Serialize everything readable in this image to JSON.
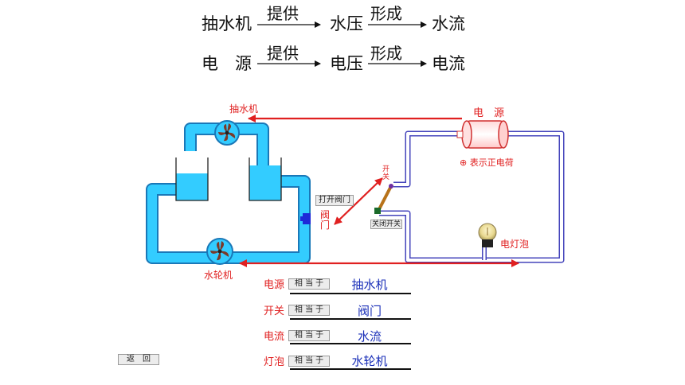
{
  "analogy": {
    "row1": {
      "a": "抽水机",
      "verb1": "提供",
      "b": "水压",
      "verb2": "形成",
      "c": "水流"
    },
    "row2": {
      "a": "电　源",
      "verb1": "提供",
      "b": "电压",
      "verb2": "形成",
      "c": "电流"
    }
  },
  "diagram": {
    "pump_label": "抽水机",
    "turbine_label": "水轮机",
    "valve_label": "阀门",
    "source_label": "电　源",
    "charge_legend": "⊕ 表示正电荷",
    "switch_label": "开关",
    "bulb_label": "电灯泡",
    "colors": {
      "water": "#33ccff",
      "pipe_outline": "#1a78b8",
      "wire": "#4444bb",
      "arrow": "#e02020"
    }
  },
  "buttons": {
    "open_valve": "打开阀门",
    "close_switch": "关闭开关",
    "back": "返　回",
    "equals": "相 当 于"
  },
  "matches": [
    {
      "label": "电源",
      "answer": "抽水机"
    },
    {
      "label": "开关",
      "answer": "阀门"
    },
    {
      "label": "电流",
      "answer": "水流"
    },
    {
      "label": "灯泡",
      "answer": "水轮机"
    }
  ]
}
